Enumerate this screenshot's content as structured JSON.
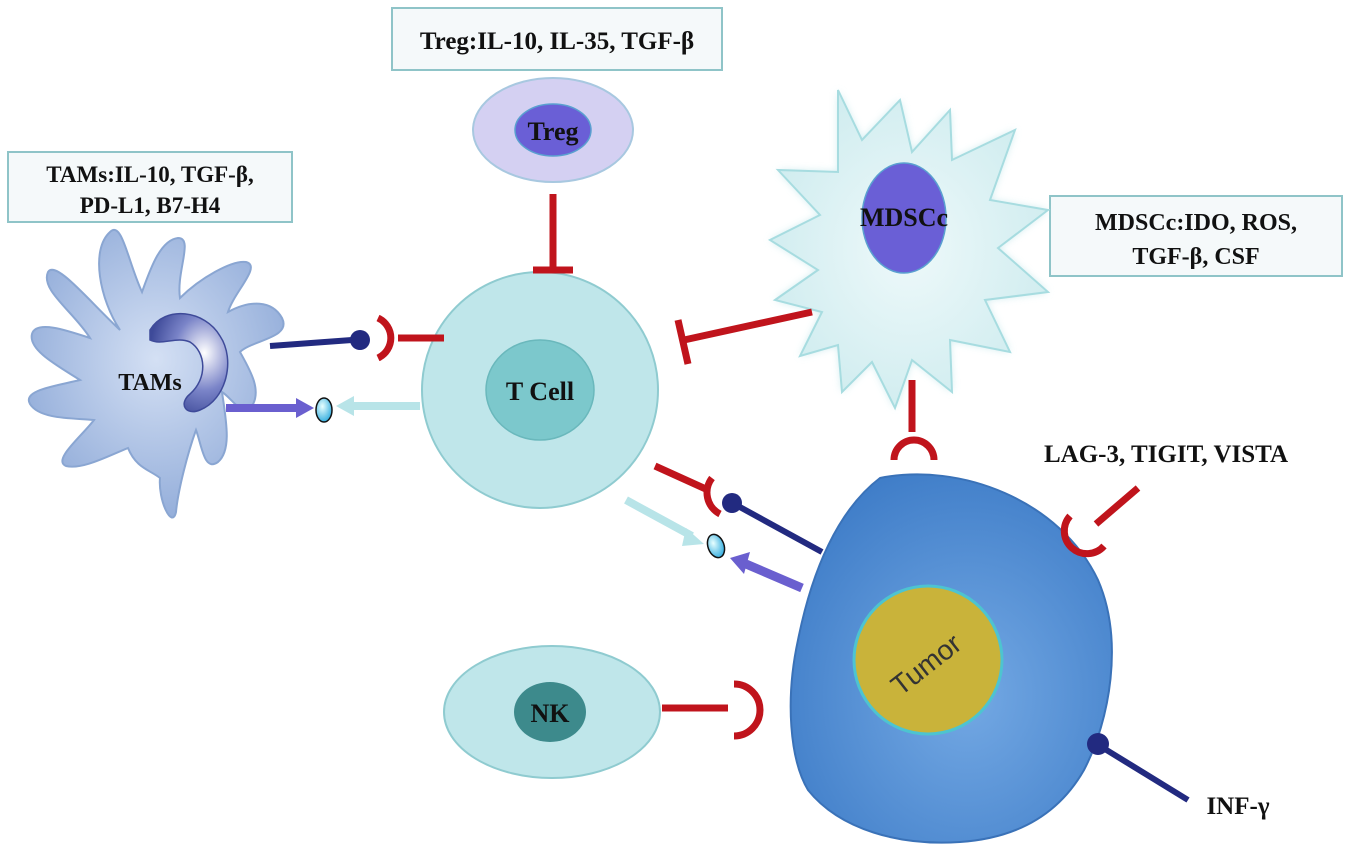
{
  "labels": {
    "treg_box": "Treg:IL-10, IL-35, TGF-β",
    "tams_box_line1": "TAMs:IL-10, TGF-β,",
    "tams_box_line2": "PD-L1, B7-H4",
    "mdsc_box_line1": "MDSCc:IDO, ROS,",
    "mdsc_box_line2": "TGF-β, CSF",
    "treg": "Treg",
    "mdsc": "MDSCc",
    "tcell": "T Cell",
    "tams": "TAMs",
    "nk": "NK",
    "tumor": "Tumor",
    "checkpoints": "LAG-3, TIGIT, VISTA",
    "ifn": "INF-γ"
  },
  "colors": {
    "inhibit": "#c0141c",
    "ligand": "#222a80",
    "arrow": "#6a5fcf",
    "arrow_light": "#b8e4e8",
    "cell_fill": "#bfe6ea",
    "cell_nucleus": "#7cc8cc",
    "treg_outer": "#d4d0f2",
    "treg_nucleus": "#6a5fd6",
    "mdsc_nucleus": "#6a5fd6",
    "tumor_body": "#5b94d6",
    "tumor_nucleus": "#c9b33a",
    "nk_nucleus": "#3d8a8c",
    "tams_body": "#a9c0e4"
  }
}
